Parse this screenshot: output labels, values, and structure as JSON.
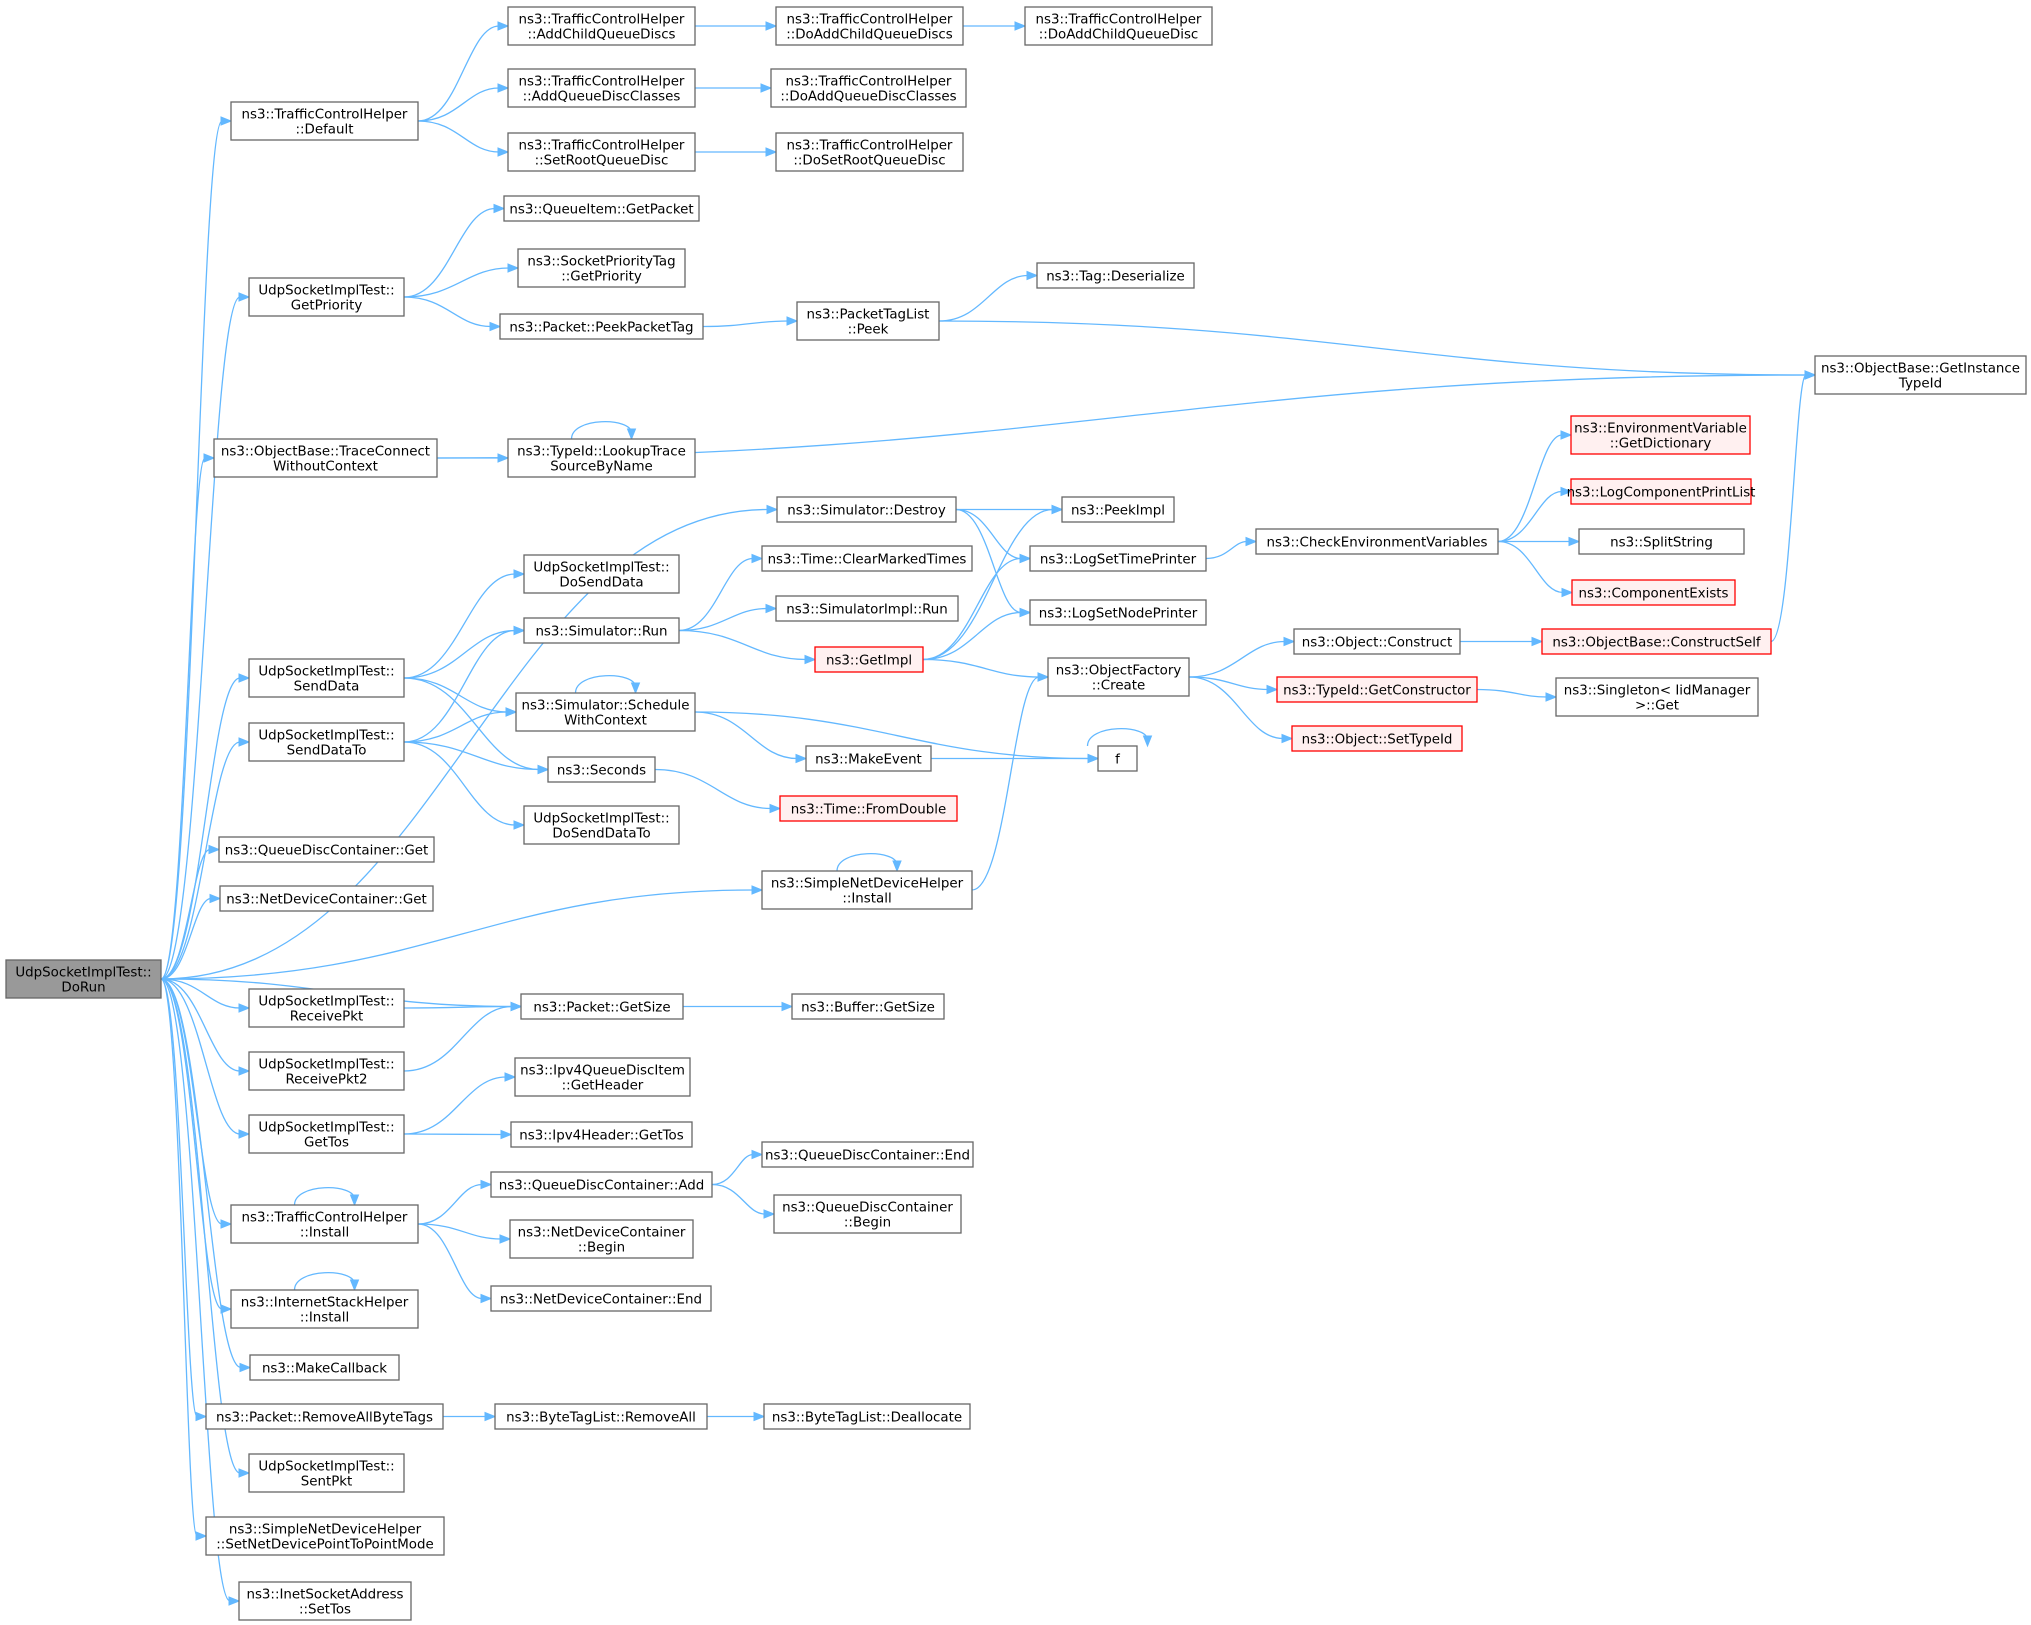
{
  "colors": {
    "edge": "#63b8ff",
    "root_fill": "#999999",
    "root_border": "#666666",
    "node_fill": "#ffffff",
    "node_border": "#666666",
    "trunc_fill": "#fff0f0",
    "trunc_border": "#ff0000"
  },
  "nodes": [
    {
      "id": "doRun",
      "lines": [
        "UdpSocketImplTest::",
        "DoRun"
      ],
      "style": "root"
    },
    {
      "id": "tchDefault",
      "lines": [
        "ns3::TrafficControlHelper",
        "::Default"
      ],
      "style": "normal"
    },
    {
      "id": "tchAddChild",
      "lines": [
        "ns3::TrafficControlHelper",
        "::AddChildQueueDiscs"
      ],
      "style": "normal"
    },
    {
      "id": "tchDoAddChilds",
      "lines": [
        "ns3::TrafficControlHelper",
        "::DoAddChildQueueDiscs"
      ],
      "style": "normal"
    },
    {
      "id": "tchDoAddChild",
      "lines": [
        "ns3::TrafficControlHelper",
        "::DoAddChildQueueDisc"
      ],
      "style": "normal"
    },
    {
      "id": "tchAddClasses",
      "lines": [
        "ns3::TrafficControlHelper",
        "::AddQueueDiscClasses"
      ],
      "style": "normal"
    },
    {
      "id": "tchDoAddClasses",
      "lines": [
        "ns3::TrafficControlHelper",
        "::DoAddQueueDiscClasses"
      ],
      "style": "normal"
    },
    {
      "id": "tchSetRoot",
      "lines": [
        "ns3::TrafficControlHelper",
        "::SetRootQueueDisc"
      ],
      "style": "normal"
    },
    {
      "id": "tchDoSetRoot",
      "lines": [
        "ns3::TrafficControlHelper",
        "::DoSetRootQueueDisc"
      ],
      "style": "normal"
    },
    {
      "id": "getPriority",
      "lines": [
        "UdpSocketImplTest::",
        "GetPriority"
      ],
      "style": "normal"
    },
    {
      "id": "qiGetPacket",
      "lines": [
        "ns3::QueueItem::GetPacket"
      ],
      "style": "normal"
    },
    {
      "id": "sptGetPriority",
      "lines": [
        "ns3::SocketPriorityTag",
        "::GetPriority"
      ],
      "style": "normal"
    },
    {
      "id": "pktPeekTag",
      "lines": [
        "ns3::Packet::PeekPacketTag"
      ],
      "style": "normal"
    },
    {
      "id": "ptlPeek",
      "lines": [
        "ns3::PacketTagList",
        "::Peek"
      ],
      "style": "normal"
    },
    {
      "id": "tagDeser",
      "lines": [
        "ns3::Tag::Deserialize"
      ],
      "style": "normal"
    },
    {
      "id": "obGetInstance",
      "lines": [
        "ns3::ObjectBase::GetInstance",
        "TypeId"
      ],
      "style": "normal"
    },
    {
      "id": "traceConnect",
      "lines": [
        "ns3::ObjectBase::TraceConnect",
        "WithoutContext"
      ],
      "style": "normal"
    },
    {
      "id": "lookupTrace",
      "lines": [
        "ns3::TypeId::LookupTrace",
        "SourceByName"
      ],
      "style": "normal"
    },
    {
      "id": "simDestroy",
      "lines": [
        "ns3::Simulator::Destroy"
      ],
      "style": "normal"
    },
    {
      "id": "peekImpl",
      "lines": [
        "ns3::PeekImpl"
      ],
      "style": "normal"
    },
    {
      "id": "logSetTime",
      "lines": [
        "ns3::LogSetTimePrinter"
      ],
      "style": "normal"
    },
    {
      "id": "logSetNode",
      "lines": [
        "ns3::LogSetNodePrinter"
      ],
      "style": "normal"
    },
    {
      "id": "checkEnv",
      "lines": [
        "ns3::CheckEnvironmentVariables"
      ],
      "style": "normal"
    },
    {
      "id": "envGetDict",
      "lines": [
        "ns3::EnvironmentVariable",
        "::GetDictionary"
      ],
      "style": "trunc"
    },
    {
      "id": "logCompPrint",
      "lines": [
        "ns3::LogComponentPrintList"
      ],
      "style": "trunc"
    },
    {
      "id": "splitString",
      "lines": [
        "ns3::SplitString"
      ],
      "style": "normal"
    },
    {
      "id": "compExists",
      "lines": [
        "ns3::ComponentExists"
      ],
      "style": "trunc"
    },
    {
      "id": "doSendData",
      "lines": [
        "UdpSocketImplTest::",
        "DoSendData"
      ],
      "style": "normal"
    },
    {
      "id": "timeClear",
      "lines": [
        "ns3::Time::ClearMarkedTimes"
      ],
      "style": "normal"
    },
    {
      "id": "simImplRun",
      "lines": [
        "ns3::SimulatorImpl::Run"
      ],
      "style": "normal"
    },
    {
      "id": "simRun",
      "lines": [
        "ns3::Simulator::Run"
      ],
      "style": "normal"
    },
    {
      "id": "getImpl",
      "lines": [
        "ns3::GetImpl"
      ],
      "style": "trunc"
    },
    {
      "id": "objFactory",
      "lines": [
        "ns3::ObjectFactory",
        "::Create"
      ],
      "style": "normal"
    },
    {
      "id": "objConstruct",
      "lines": [
        "ns3::Object::Construct"
      ],
      "style": "normal"
    },
    {
      "id": "obConstructSelf",
      "lines": [
        "ns3::ObjectBase::ConstructSelf"
      ],
      "style": "trunc"
    },
    {
      "id": "typeIdGetCtor",
      "lines": [
        "ns3::TypeId::GetConstructor"
      ],
      "style": "trunc"
    },
    {
      "id": "singletonGet",
      "lines": [
        "ns3::Singleton< IidManager",
        ">::Get"
      ],
      "style": "normal"
    },
    {
      "id": "objSetTypeId",
      "lines": [
        "ns3::Object::SetTypeId"
      ],
      "style": "trunc"
    },
    {
      "id": "sendData",
      "lines": [
        "UdpSocketImplTest::",
        "SendData"
      ],
      "style": "normal"
    },
    {
      "id": "sendDataTo",
      "lines": [
        "UdpSocketImplTest::",
        "SendDataTo"
      ],
      "style": "normal"
    },
    {
      "id": "simSchedule",
      "lines": [
        "ns3::Simulator::Schedule",
        "WithContext"
      ],
      "style": "normal"
    },
    {
      "id": "makeEvent",
      "lines": [
        "ns3::MakeEvent"
      ],
      "style": "normal"
    },
    {
      "id": "f",
      "lines": [
        "f"
      ],
      "style": "normal"
    },
    {
      "id": "seconds",
      "lines": [
        "ns3::Seconds"
      ],
      "style": "normal"
    },
    {
      "id": "timeFromDouble",
      "lines": [
        "ns3::Time::FromDouble"
      ],
      "style": "trunc"
    },
    {
      "id": "doSendDataTo",
      "lines": [
        "UdpSocketImplTest::",
        "DoSendDataTo"
      ],
      "style": "normal"
    },
    {
      "id": "simpleNetInstall",
      "lines": [
        "ns3::SimpleNetDeviceHelper",
        "::Install"
      ],
      "style": "normal"
    },
    {
      "id": "qdcGet",
      "lines": [
        "ns3::QueueDiscContainer::Get"
      ],
      "style": "normal"
    },
    {
      "id": "ndcGet",
      "lines": [
        "ns3::NetDeviceContainer::Get"
      ],
      "style": "normal"
    },
    {
      "id": "pktGetSize",
      "lines": [
        "ns3::Packet::GetSize"
      ],
      "style": "normal"
    },
    {
      "id": "bufGetSize",
      "lines": [
        "ns3::Buffer::GetSize"
      ],
      "style": "normal"
    },
    {
      "id": "receivePkt",
      "lines": [
        "UdpSocketImplTest::",
        "ReceivePkt"
      ],
      "style": "normal"
    },
    {
      "id": "receivePkt2",
      "lines": [
        "UdpSocketImplTest::",
        "ReceivePkt2"
      ],
      "style": "normal"
    },
    {
      "id": "getTos",
      "lines": [
        "UdpSocketImplTest::",
        "GetTos"
      ],
      "style": "normal"
    },
    {
      "id": "ipv4QdiGetHeader",
      "lines": [
        "ns3::Ipv4QueueDiscItem",
        "::GetHeader"
      ],
      "style": "normal"
    },
    {
      "id": "ipv4HdrGetTos",
      "lines": [
        "ns3::Ipv4Header::GetTos"
      ],
      "style": "normal"
    },
    {
      "id": "tchInstall",
      "lines": [
        "ns3::TrafficControlHelper",
        "::Install"
      ],
      "style": "normal"
    },
    {
      "id": "qdcAdd",
      "lines": [
        "ns3::QueueDiscContainer::Add"
      ],
      "style": "normal"
    },
    {
      "id": "qdcEnd",
      "lines": [
        "ns3::QueueDiscContainer::End"
      ],
      "style": "normal"
    },
    {
      "id": "qdcBegin",
      "lines": [
        "ns3::QueueDiscContainer",
        "::Begin"
      ],
      "style": "normal"
    },
    {
      "id": "ndcBegin",
      "lines": [
        "ns3::NetDeviceContainer",
        "::Begin"
      ],
      "style": "normal"
    },
    {
      "id": "ndcEnd",
      "lines": [
        "ns3::NetDeviceContainer::End"
      ],
      "style": "normal"
    },
    {
      "id": "ishInstall",
      "lines": [
        "ns3::InternetStackHelper",
        "::Install"
      ],
      "style": "normal"
    },
    {
      "id": "makeCallback",
      "lines": [
        "ns3::MakeCallback"
      ],
      "style": "normal"
    },
    {
      "id": "pktRemoveAll",
      "lines": [
        "ns3::Packet::RemoveAllByteTags"
      ],
      "style": "normal"
    },
    {
      "id": "btlRemoveAll",
      "lines": [
        "ns3::ByteTagList::RemoveAll"
      ],
      "style": "normal"
    },
    {
      "id": "btlDealloc",
      "lines": [
        "ns3::ByteTagList::Deallocate"
      ],
      "style": "normal"
    },
    {
      "id": "sentPkt",
      "lines": [
        "UdpSocketImplTest::",
        "SentPkt"
      ],
      "style": "normal"
    },
    {
      "id": "setP2P",
      "lines": [
        "ns3::SimpleNetDeviceHelper",
        "::SetNetDevicePointToPointMode"
      ],
      "style": "normal"
    },
    {
      "id": "inetSetTos",
      "lines": [
        "ns3::InetSocketAddress",
        "::SetTos"
      ],
      "style": "normal"
    }
  ],
  "edges": [
    [
      "doRun",
      "tchDefault"
    ],
    [
      "doRun",
      "getPriority"
    ],
    [
      "doRun",
      "traceConnect"
    ],
    [
      "doRun",
      "simDestroy"
    ],
    [
      "doRun",
      "sendData"
    ],
    [
      "doRun",
      "sendDataTo"
    ],
    [
      "doRun",
      "simpleNetInstall"
    ],
    [
      "doRun",
      "qdcGet"
    ],
    [
      "doRun",
      "ndcGet"
    ],
    [
      "doRun",
      "pktGetSize"
    ],
    [
      "doRun",
      "receivePkt"
    ],
    [
      "doRun",
      "receivePkt2"
    ],
    [
      "doRun",
      "getTos"
    ],
    [
      "doRun",
      "tchInstall"
    ],
    [
      "doRun",
      "ishInstall"
    ],
    [
      "doRun",
      "makeCallback"
    ],
    [
      "doRun",
      "pktRemoveAll"
    ],
    [
      "doRun",
      "sentPkt"
    ],
    [
      "doRun",
      "setP2P"
    ],
    [
      "doRun",
      "inetSetTos"
    ],
    [
      "tchDefault",
      "tchAddChild"
    ],
    [
      "tchDefault",
      "tchAddClasses"
    ],
    [
      "tchDefault",
      "tchSetRoot"
    ],
    [
      "tchAddChild",
      "tchDoAddChilds"
    ],
    [
      "tchDoAddChilds",
      "tchDoAddChild"
    ],
    [
      "tchAddClasses",
      "tchDoAddClasses"
    ],
    [
      "tchSetRoot",
      "tchDoSetRoot"
    ],
    [
      "getPriority",
      "qiGetPacket"
    ],
    [
      "getPriority",
      "sptGetPriority"
    ],
    [
      "getPriority",
      "pktPeekTag"
    ],
    [
      "pktPeekTag",
      "ptlPeek"
    ],
    [
      "ptlPeek",
      "tagDeser"
    ],
    [
      "ptlPeek",
      "obGetInstance"
    ],
    [
      "traceConnect",
      "obGetInstance"
    ],
    [
      "traceConnect",
      "lookupTrace"
    ],
    [
      "lookupTrace",
      "lookupTrace"
    ],
    [
      "simDestroy",
      "peekImpl"
    ],
    [
      "simDestroy",
      "logSetTime"
    ],
    [
      "simDestroy",
      "logSetNode"
    ],
    [
      "logSetTime",
      "checkEnv"
    ],
    [
      "checkEnv",
      "envGetDict"
    ],
    [
      "checkEnv",
      "logCompPrint"
    ],
    [
      "checkEnv",
      "splitString"
    ],
    [
      "checkEnv",
      "compExists"
    ],
    [
      "sendData",
      "doSendData"
    ],
    [
      "sendData",
      "simRun"
    ],
    [
      "sendData",
      "simSchedule"
    ],
    [
      "sendData",
      "seconds"
    ],
    [
      "sendDataTo",
      "simRun"
    ],
    [
      "sendDataTo",
      "simSchedule"
    ],
    [
      "sendDataTo",
      "seconds"
    ],
    [
      "sendDataTo",
      "doSendDataTo"
    ],
    [
      "simRun",
      "timeClear"
    ],
    [
      "simRun",
      "simImplRun"
    ],
    [
      "simRun",
      "getImpl"
    ],
    [
      "getImpl",
      "peekImpl"
    ],
    [
      "getImpl",
      "logSetTime"
    ],
    [
      "getImpl",
      "logSetNode"
    ],
    [
      "getImpl",
      "objFactory"
    ],
    [
      "objFactory",
      "objConstruct"
    ],
    [
      "objFactory",
      "typeIdGetCtor"
    ],
    [
      "objFactory",
      "objSetTypeId"
    ],
    [
      "objConstruct",
      "obConstructSelf"
    ],
    [
      "obConstructSelf",
      "obGetInstance"
    ],
    [
      "typeIdGetCtor",
      "singletonGet"
    ],
    [
      "simSchedule",
      "simSchedule"
    ],
    [
      "simSchedule",
      "makeEvent"
    ],
    [
      "simSchedule",
      "f"
    ],
    [
      "makeEvent",
      "f"
    ],
    [
      "f",
      "f"
    ],
    [
      "seconds",
      "timeFromDouble"
    ],
    [
      "simpleNetInstall",
      "simpleNetInstall"
    ],
    [
      "simpleNetInstall",
      "objFactory"
    ],
    [
      "pktGetSize",
      "bufGetSize"
    ],
    [
      "receivePkt",
      "pktGetSize"
    ],
    [
      "receivePkt2",
      "pktGetSize"
    ],
    [
      "getTos",
      "ipv4QdiGetHeader"
    ],
    [
      "getTos",
      "ipv4HdrGetTos"
    ],
    [
      "tchInstall",
      "tchInstall"
    ],
    [
      "tchInstall",
      "qdcAdd"
    ],
    [
      "tchInstall",
      "ndcBegin"
    ],
    [
      "tchInstall",
      "ndcEnd"
    ],
    [
      "qdcAdd",
      "qdcEnd"
    ],
    [
      "qdcAdd",
      "qdcBegin"
    ],
    [
      "ishInstall",
      "ishInstall"
    ],
    [
      "pktRemoveAll",
      "btlRemoveAll"
    ],
    [
      "btlRemoveAll",
      "btlDealloc"
    ]
  ]
}
